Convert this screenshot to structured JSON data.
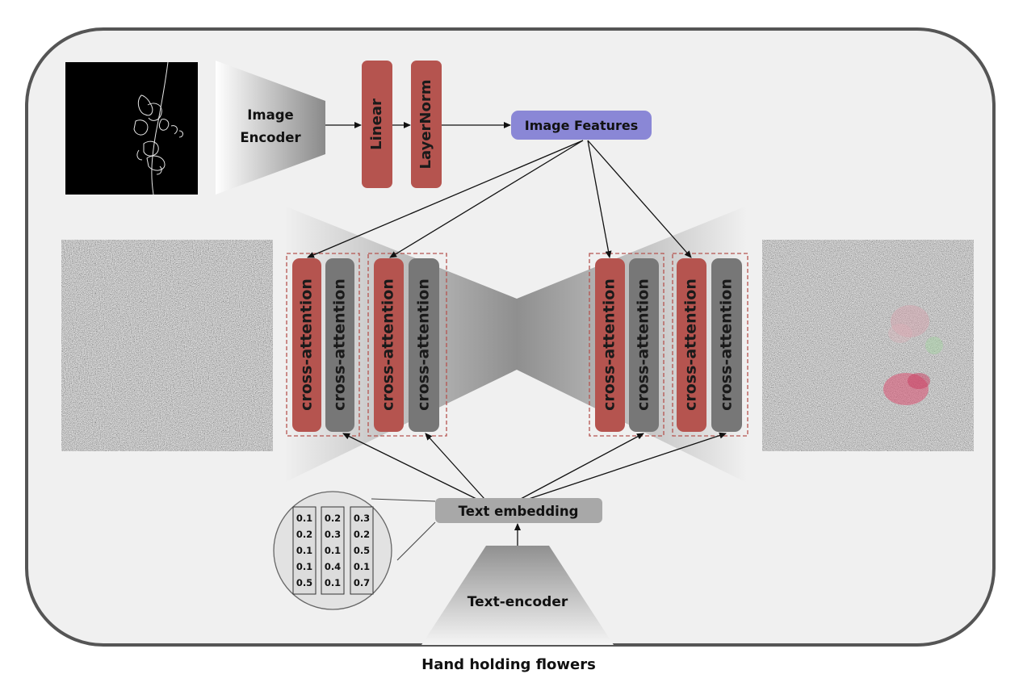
{
  "diagram": {
    "image_encoder_label_line1": "Image",
    "image_encoder_label_line2": "Encoder",
    "linear_label": "Linear",
    "layernorm_label": "LayerNorm",
    "image_features_label": "Image Features",
    "cross_attention_label": "cross-attention",
    "text_embedding_label": "Text embedding",
    "text_encoder_label": "Text-encoder",
    "caption": "Hand holding flowers",
    "embedding_columns": [
      [
        "0.1",
        "0.2",
        "0.1",
        "0.1",
        "0.5"
      ],
      [
        "0.2",
        "0.3",
        "0.1",
        "0.4",
        "0.1"
      ],
      [
        "0.3",
        "0.2",
        "0.5",
        "0.1",
        "0.7"
      ]
    ],
    "colors": {
      "accent_red": "#b5544f",
      "block_gray": "#777777",
      "features_purple": "#8a87d6",
      "embedding_gray": "#a8a8a8",
      "panel_bg": "#f0f0f0",
      "frame": "#555555"
    }
  }
}
